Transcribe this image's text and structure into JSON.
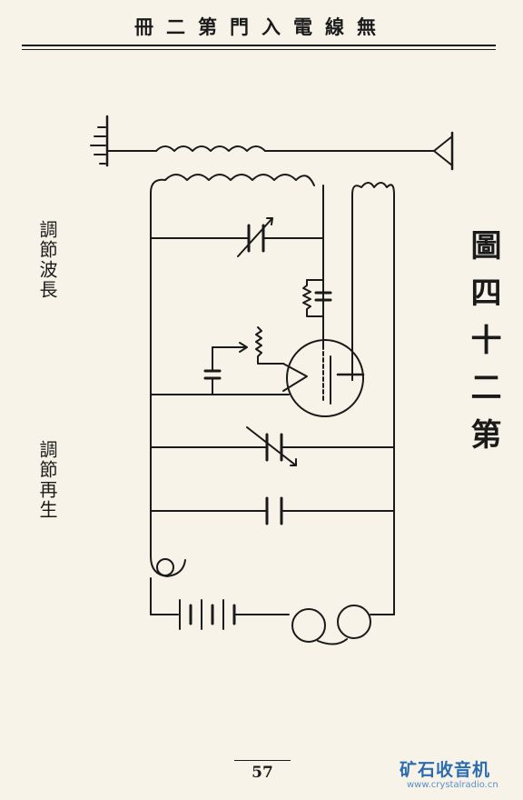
{
  "header": {
    "running_title": "冊二第門入電線無"
  },
  "figure": {
    "caption": "圖四十二第",
    "label_wavelength": "調節波長",
    "label_regeneration": "調節再生"
  },
  "footer": {
    "page_number": "57"
  },
  "watermark": {
    "name": "矿石收音机",
    "url": "www.crystalradio.cn"
  }
}
